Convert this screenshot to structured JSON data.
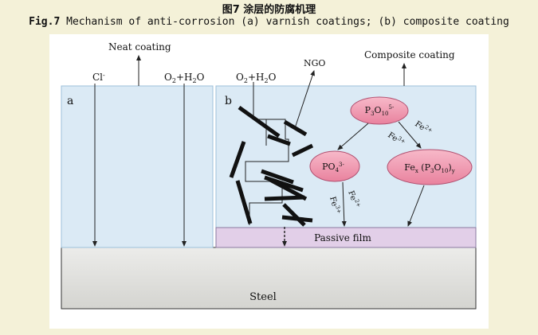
{
  "caption": {
    "cn": "图7 涂层的防腐机理",
    "en_prefix": "Fig.7",
    "en_text": "Mechanism of anti-corrosion (a) varnish coatings; (b) composite coating"
  },
  "panel_a": {
    "letter": "a",
    "title": "Neat coating",
    "species_cl": "Cl",
    "species_cl_sup": "-",
    "species_o2": "O",
    "species_o2_sub": "2",
    "species_h2o": "+H",
    "species_h2o_sub": "2",
    "species_h2o_end": "O"
  },
  "panel_b": {
    "letter": "b",
    "title": "Composite coating",
    "ngo": "NGO",
    "species_o2": "O",
    "species_o2_sub": "2",
    "species_h2o": "+H",
    "species_h2o_sub": "2",
    "species_h2o_end": "O",
    "p3o10": {
      "p": "P",
      "sub3": "3",
      "o": "O",
      "sub10": "10",
      "sup": "5-"
    },
    "po4": {
      "po": "PO",
      "sub": "4",
      "sup": "3-"
    },
    "fex": {
      "fe": "Fe",
      "subx": "x",
      "open": " (P",
      "sub3": "3",
      "o": "O",
      "sub10": "10",
      "close": ")",
      "suby": "y"
    },
    "fe2_right": {
      "fe": "Fe",
      "sup": "2+"
    },
    "fe3_right": {
      "fe": "Fe",
      "sup": "3+"
    },
    "fe2_left": {
      "fe": "Fe",
      "sup": "2+"
    },
    "fe3_left": {
      "fe": "Fe",
      "sup": "3+"
    }
  },
  "passive_film": "Passive film",
  "steel": "Steel",
  "colors": {
    "coating": "#dbeaf5",
    "film": "#e2cfe8",
    "steel": "#e0e0dc",
    "ion_bubble": "#ee8fa9"
  }
}
